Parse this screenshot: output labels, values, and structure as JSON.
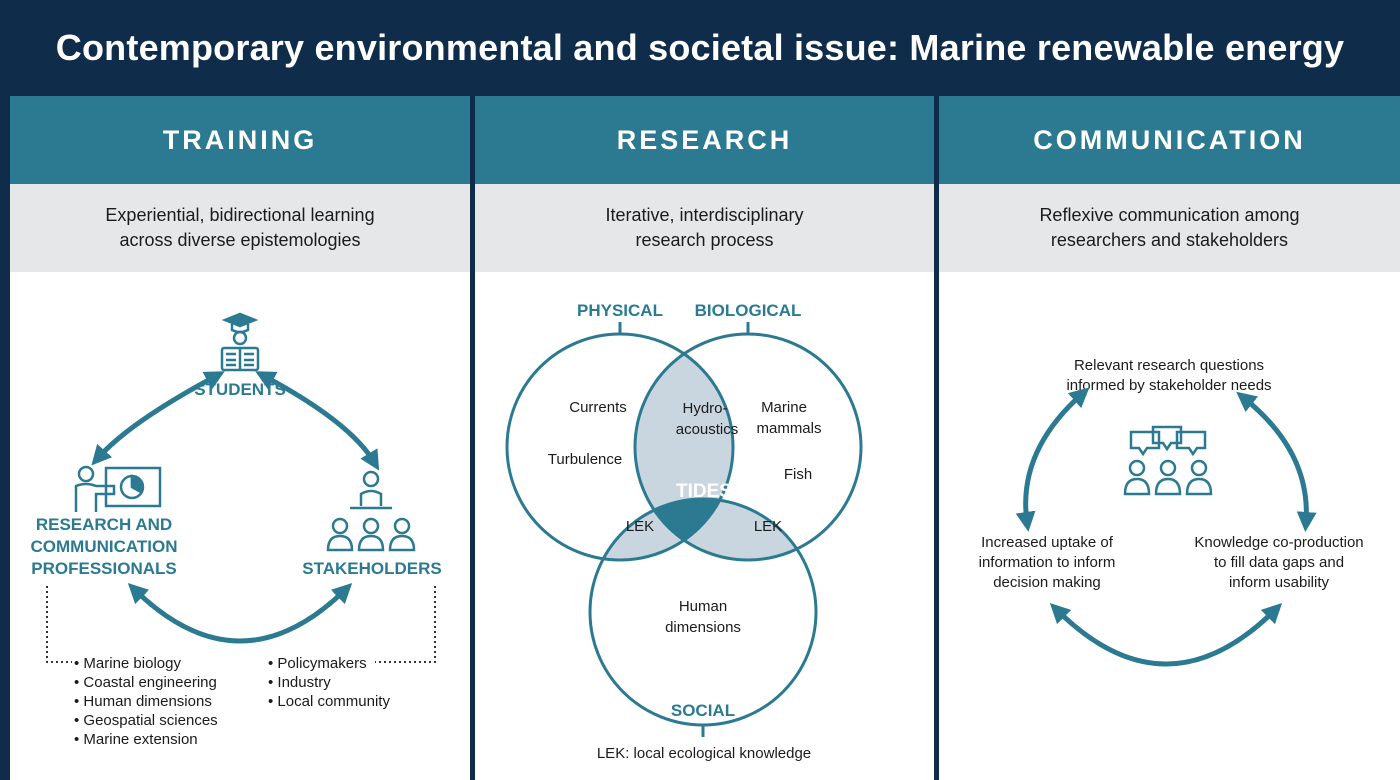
{
  "title": "Contemporary environmental and societal issue: Marine renewable energy",
  "training": {
    "heading": "TRAINING",
    "subtitle_lines": [
      "Experiential, bidirectional learning",
      "across diverse epistemologies"
    ],
    "nodes": {
      "students": "STUDENTS",
      "professionals_lines": [
        "RESEARCH AND",
        "COMMUNICATION",
        "PROFESSIONALS"
      ],
      "stakeholders": "STAKEHOLDERS"
    },
    "professional_list": [
      "• Marine biology",
      "• Coastal engineering",
      "• Human dimensions",
      "• Geospatial sciences",
      "• Marine extension"
    ],
    "stakeholder_list": [
      "• Policymakers",
      "• Industry",
      "• Local community"
    ]
  },
  "research": {
    "heading": "RESEARCH",
    "subtitle_lines": [
      "Iterative, interdisciplinary",
      "research process"
    ],
    "circle_labels": {
      "physical": "PHYSICAL",
      "biological": "BIOLOGICAL",
      "social": "SOCIAL"
    },
    "physical_items": [
      "Currents",
      "Turbulence"
    ],
    "biological_items_lines": [
      "Marine",
      "mammals"
    ],
    "biological_item_2": "Fish",
    "overlap_phys_bio_lines": [
      "Hydro-",
      "acoustics"
    ],
    "center": "TIDES",
    "lek_left": "LEK",
    "lek_right": "LEK",
    "social_items_lines": [
      "Human",
      "dimensions"
    ],
    "footnote": "LEK: local ecological knowledge"
  },
  "communication": {
    "heading": "COMMUNICATION",
    "subtitle_lines": [
      "Reflexive communication among",
      "researchers and stakeholders"
    ],
    "top_lines": [
      "Relevant research questions",
      "informed by stakeholder needs"
    ],
    "left_lines": [
      "Increased uptake of",
      "information to inform",
      "decision making"
    ],
    "right_lines": [
      "Knowledge co-production",
      "to fill data gaps and",
      "inform usability"
    ]
  },
  "colors": {
    "navy": "#0f2c4a",
    "teal": "#2b7a91",
    "light_gray": "#e6e7e9",
    "overlap": "#c9d6df"
  }
}
